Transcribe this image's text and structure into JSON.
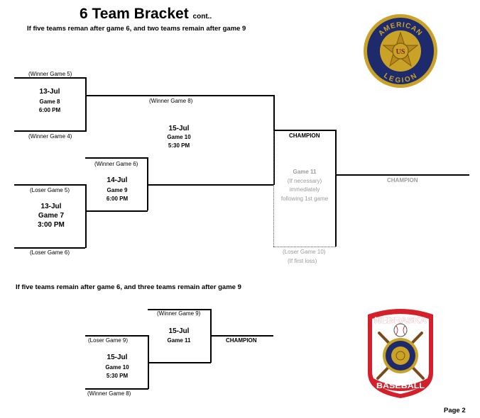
{
  "header": {
    "title": "6 Team Bracket",
    "title_suffix": "cont..",
    "subtitle": "If five teams reman after game 6, and two teams remain after game 9"
  },
  "bracket1": {
    "g8_top": "(Winner Game 5)",
    "g8_date": "13-Jul",
    "g8_game": "Game 8",
    "g8_time": "6:00 PM",
    "g8_bottom": "(Winner Game 4)",
    "g10_top": "(Winner Game 8)",
    "g10_date": "15-Jul",
    "g10_game": "Game 10",
    "g10_time": "5:30 PM",
    "g9_top": "(Winner Game 6)",
    "g9_date": "14-Jul",
    "g9_game": "Game 9",
    "g9_time": "6:00 PM",
    "g7_top": "(Loser Game 5)",
    "g7_date": "13-Jul",
    "g7_game": "Game 7",
    "g7_time": "3:00 PM",
    "g7_bottom": "(Loser Game 6)",
    "champion": "CHAMPION",
    "g11_game": "Game 11",
    "g11_line2": "(If necessary)",
    "g11_line3": "immediately",
    "g11_line4": "following 1st game",
    "g11_bottom1": "(Loser Game 10)",
    "g11_bottom2": "(If first loss)",
    "champion_final": "CHAMPION"
  },
  "section2": {
    "heading": "If five teams remain after game 6, and three teams remain after game 9"
  },
  "bracket2": {
    "g11_top": "(Winner Game 9)",
    "g11_date": "15-Jul",
    "g11_game": "Game 11",
    "champion": "CHAMPION",
    "g10_top": "(Loser Game 9)",
    "g10_date": "15-Jul",
    "g10_game": "Game 10",
    "g10_time": "5:30 PM",
    "g10_bottom": "(Winner Game 8)"
  },
  "logos": {
    "legion_top": "AMERICAN",
    "legion_bottom": "LEGION",
    "legion_center": "US",
    "nebraska_top": "NEBRASKA",
    "nebraska_bottom": "BASEBALL",
    "colors": {
      "gold": "#c9a227",
      "navy": "#1d2a6b",
      "red": "#d4202a"
    }
  },
  "footer": {
    "page": "Page 2"
  }
}
